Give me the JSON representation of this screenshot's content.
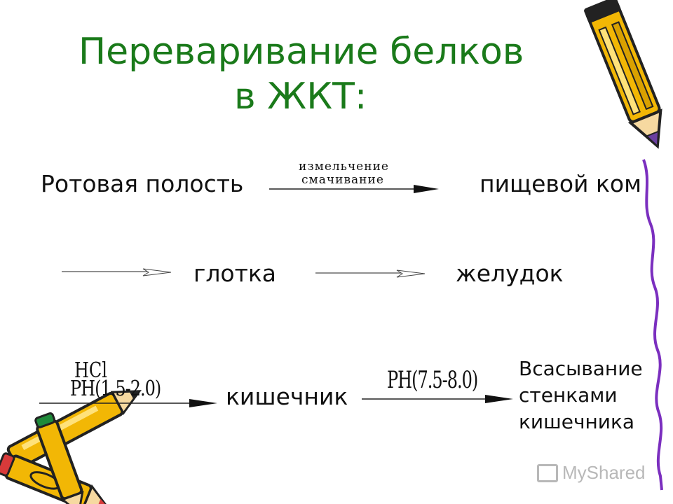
{
  "title": {
    "line1": "Переваривание белков",
    "line2": "в ЖКТ:"
  },
  "nodes": {
    "oral": "Ротовая полость",
    "bolus": "пищевой ком",
    "pharynx": "глотка",
    "stomach": "желудок",
    "intestine": "кишечник",
    "absorption": [
      "Всасывание",
      "стенками",
      "кишечника"
    ]
  },
  "edge_labels": {
    "oral_to_bolus": [
      "измельчение",
      "смачивание"
    ],
    "stomach_to_intestine": [
      "HCl",
      "PH(1.5-2.0)"
    ],
    "intestine_to_absorption": "PH(7.5-8.0)"
  },
  "watermark": "MyShared",
  "colors": {
    "title": "#1a7a1a",
    "pencil_body": "#f2b705",
    "pencil_tip": "#222222",
    "pencil_eraser": "#d83a3a",
    "pencil_band": "#6a3fa0",
    "pencil_cap": "#1f8a3a",
    "squiggle": "#7b2fbf"
  }
}
